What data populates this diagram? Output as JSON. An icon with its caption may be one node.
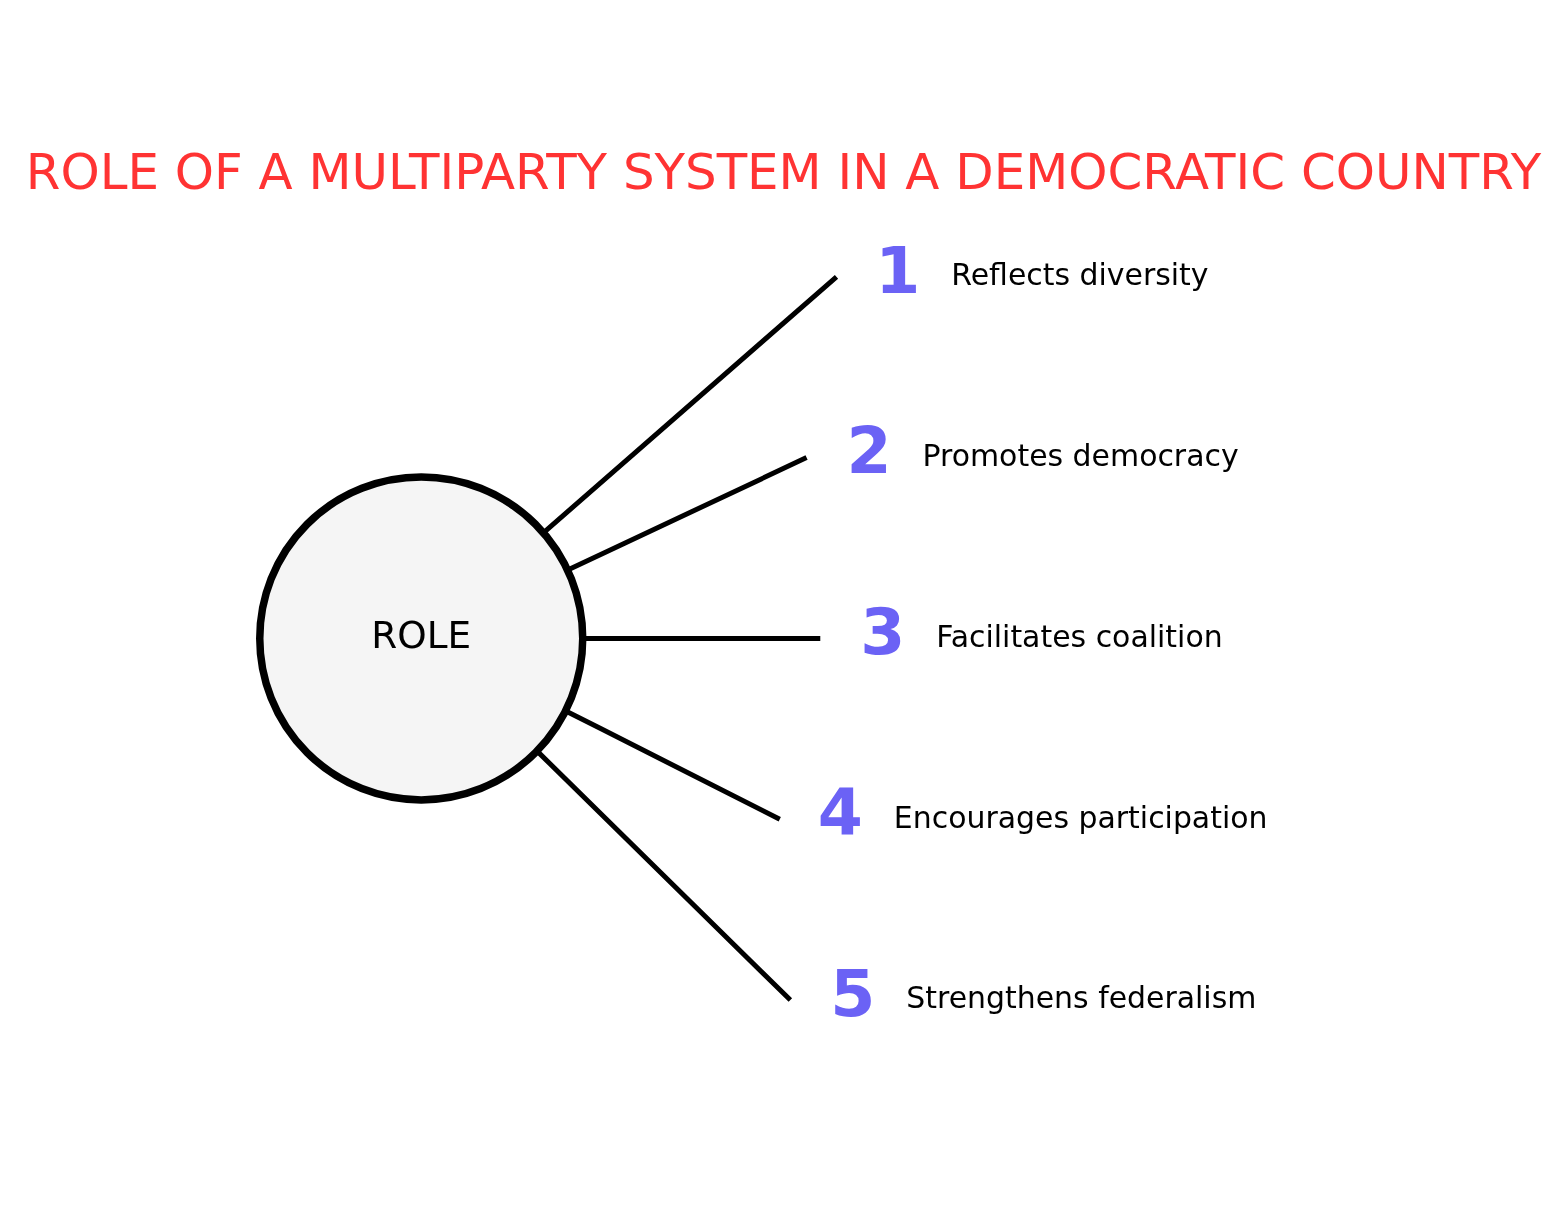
{
  "diagram": {
    "title": "ROLE OF A MULTIPARTY SYSTEM IN A DEMOCRATIC COUNTRY",
    "nodes": [
      {
        "text": [
          "ROLE"
        ]
      },
      {
        "text": [
          "1"
        ],
        "beside": [
          "Reflects diversity"
        ]
      },
      {
        "text": [
          "2"
        ],
        "beside": [
          "Promotes democracy"
        ]
      },
      {
        "text": [
          "3"
        ],
        "beside": [
          "Facilitates coalition"
        ]
      },
      {
        "text": [
          "4"
        ],
        "beside": [
          "Encourages participation"
        ]
      },
      {
        "text": [
          "5"
        ],
        "beside": [
          "Strengthens federalism"
        ]
      }
    ],
    "edges": [
      {
        "from": 0,
        "to": 1,
        "arrow": "none"
      },
      {
        "from": 0,
        "to": 2,
        "arrow": "none"
      },
      {
        "from": 0,
        "to": 3,
        "arrow": "none"
      },
      {
        "from": 0,
        "to": 4,
        "arrow": "none"
      },
      {
        "from": 0,
        "to": 5,
        "arrow": "none"
      }
    ]
  }
}
